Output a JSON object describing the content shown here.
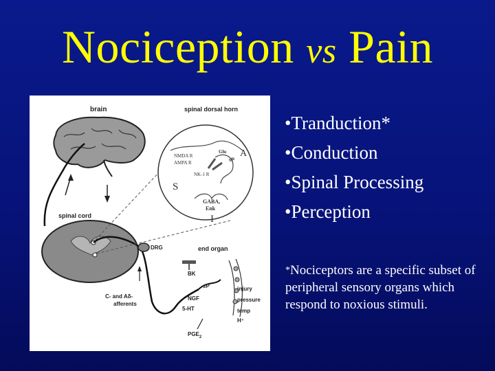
{
  "title": {
    "part1": "Nociception",
    "vs": "vs",
    "part2": "Pain"
  },
  "figure": {
    "labels": {
      "brain": "brain",
      "spinal_dorsal_horn": "spinal dorsal horn",
      "spinal_cord": "spinal cord",
      "drg": "DRG",
      "end_organ": "end organ",
      "afferents_line1": "C- and Aδ-",
      "afferents_line2": "afferents",
      "nmda_r": "NMDA R",
      "ampa_r": "AMPA R",
      "glu": "Glu",
      "sp_top": "sP",
      "nk1r": "NK-1 R",
      "gaba": "GABA,",
      "enk": "Enk",
      "letter_a": "A",
      "letter_s": "S",
      "letter_i": "I",
      "bk": "BK",
      "sp_end": "sP",
      "ngf": "NGF",
      "ht5": "5-HT",
      "pge2": "PGE",
      "pge2_sub": "2",
      "injury": "injury",
      "pressure": "pressure",
      "temp": "temp",
      "h_ion": "H⁺"
    }
  },
  "bullets": [
    "•Tranduction*",
    "•Conduction",
    "•Spinal Processing",
    "•Perception"
  ],
  "note": {
    "star": "*",
    "text": "Nociceptors are a specific subset of peripheral sensory organs which respond to noxious stimuli."
  }
}
